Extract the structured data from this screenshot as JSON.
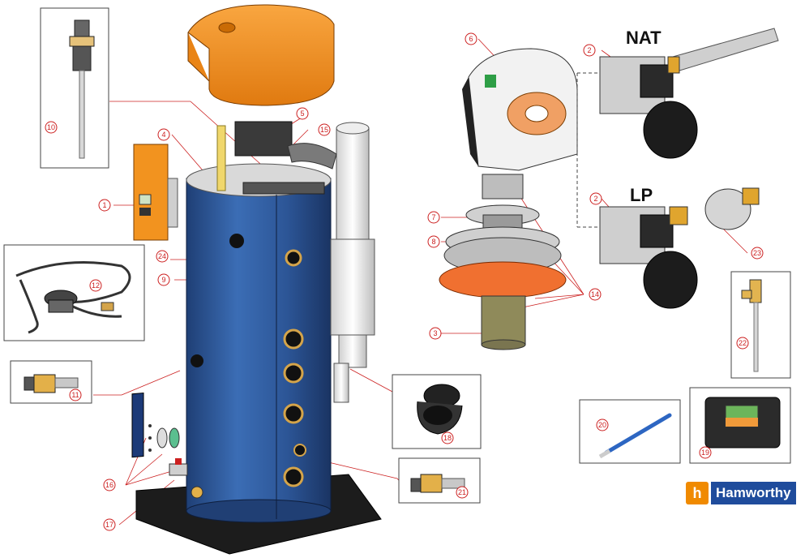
{
  "labels": {
    "nat": "NAT",
    "lp": "LP"
  },
  "brand": {
    "name": "Hamworthy",
    "mark": "h"
  },
  "callouts": [
    "1",
    "2",
    "2",
    "3",
    "4",
    "5",
    "6",
    "7",
    "8",
    "9",
    "10",
    "11",
    "12",
    "14",
    "15",
    "16",
    "17",
    "18",
    "19",
    "20",
    "21",
    "22",
    "23",
    "24"
  ],
  "colors": {
    "callout": "#cc2020",
    "tank": "#2f5a9e",
    "cover": "#f28c1c",
    "brand_blue": "#1f4c9c",
    "brand_orange": "#f08a00"
  }
}
